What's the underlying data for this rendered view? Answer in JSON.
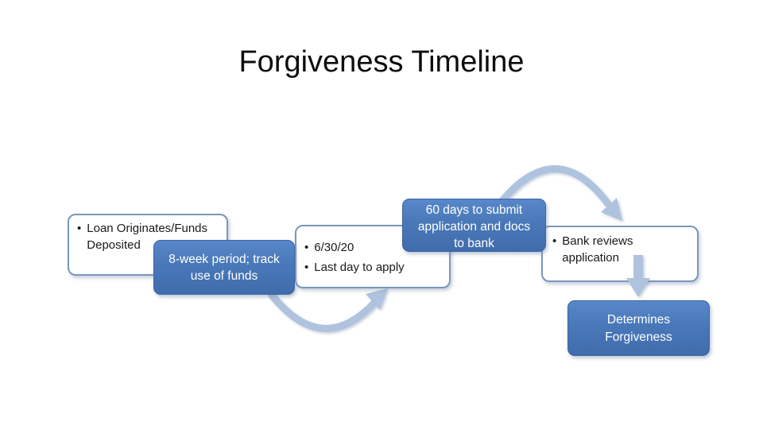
{
  "slide": {
    "title": "Forgiveness Timeline"
  },
  "bullet_char": "•",
  "boxes": {
    "loan": {
      "bullets": [
        {
          "text": "Loan Originates/Funds Deposited"
        }
      ]
    },
    "eight_week": {
      "lines": [
        "8-week period; track",
        "use of funds"
      ]
    },
    "date": {
      "bullets": [
        {
          "text": "6/30/20"
        },
        {
          "text": "Last day to apply"
        }
      ]
    },
    "sixty_days": {
      "lines": [
        "60 days to submit",
        "application and docs",
        "to bank"
      ]
    },
    "bank": {
      "bullets": [
        {
          "text": "Bank reviews application"
        }
      ]
    },
    "determines": {
      "lines": [
        "Determines",
        "Forgiveness"
      ]
    }
  },
  "colors": {
    "accent_blue": "#4978b8",
    "accent_blue_light": "#5988ca",
    "accent_blue_dark": "#3a64a3",
    "white_box_border": "#7a97bc",
    "arrow_fill": "#afc3de",
    "title_text": "#0d0d0d",
    "body_text": "#1a1a1a",
    "background": "#ffffff"
  }
}
